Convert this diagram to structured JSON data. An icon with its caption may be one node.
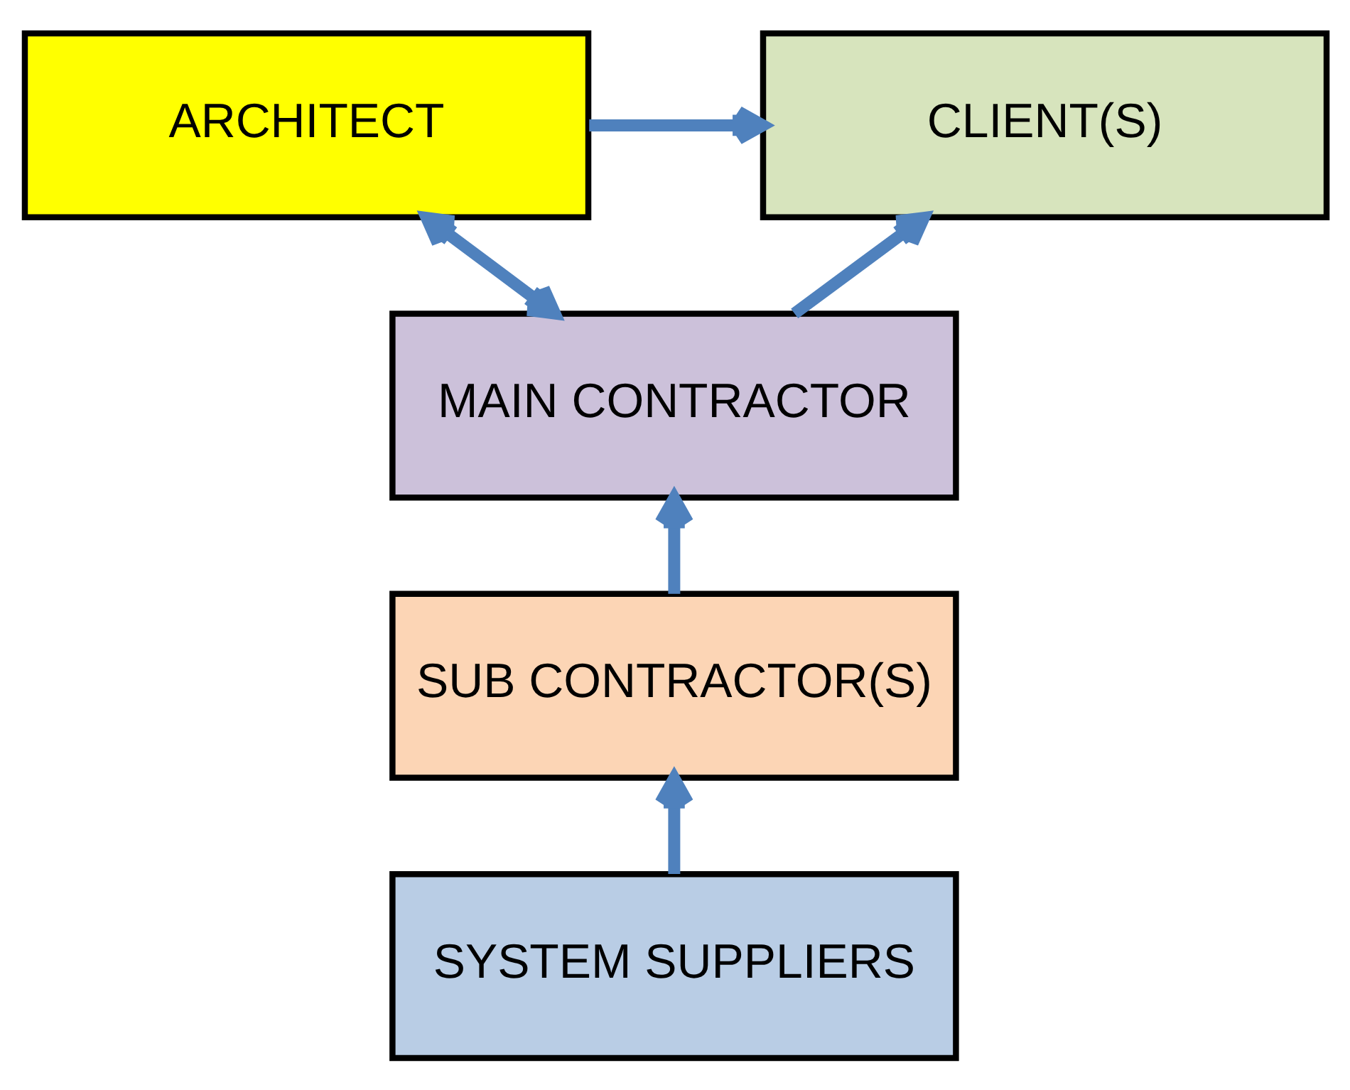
{
  "diagram": {
    "nodes": [
      {
        "text": [
          "CLIENT(S)"
        ]
      },
      {
        "text": [
          "ARCHITECT"
        ]
      },
      {
        "text": [
          "MAIN CONTRACTOR"
        ]
      },
      {
        "text": [
          "SUB CONTRACTOR(S)"
        ]
      },
      {
        "text": [
          "SYSTEM SUPPLIERS"
        ]
      }
    ],
    "edges": [
      {
        "from": 1,
        "to": 0,
        "arrow": "to"
      },
      {
        "from": 2,
        "to": 0,
        "arrow": "to"
      },
      {
        "from": 2,
        "to": 1,
        "arrow": "both"
      },
      {
        "from": 3,
        "to": 2,
        "arrow": "to"
      },
      {
        "from": 4,
        "to": 3,
        "arrow": "to"
      }
    ]
  }
}
